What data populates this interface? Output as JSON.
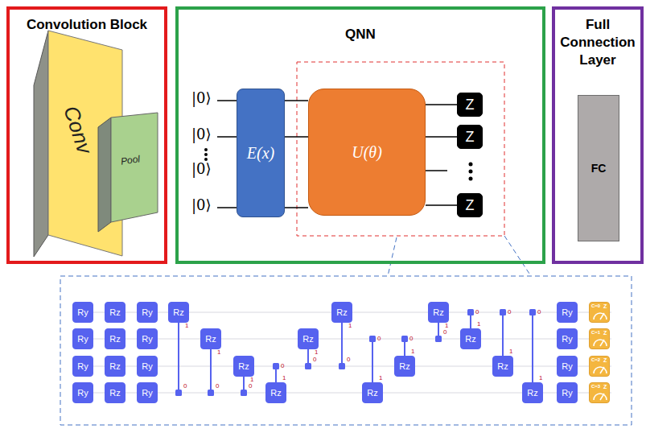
{
  "diagram": {
    "nodes": [
      {
        "text": [
          "Convolution Block"
        ]
      },
      {
        "text": [
          "Conv"
        ],
        "in": 0
      },
      {
        "text": [
          "Pool"
        ],
        "in": 0
      },
      {
        "text": [
          "QNN"
        ]
      },
      {
        "text": [
          "E(x)"
        ],
        "in": 3
      },
      {
        "text": [
          "U(θ)"
        ],
        "in": 3
      },
      {
        "text": [
          "Z"
        ],
        "in": 3
      },
      {
        "text": [
          "Z"
        ],
        "in": 3
      },
      {
        "text": [
          "Z"
        ],
        "in": 3
      },
      {
        "text": [
          "Full Connection Layer"
        ]
      },
      {
        "text": [
          "FC"
        ],
        "in": 9
      },
      {
        "text": [
          "Ry"
        ]
      },
      {
        "text": [
          "Ry"
        ]
      },
      {
        "text": [
          "Ry"
        ]
      },
      {
        "text": [
          "Ry"
        ]
      },
      {
        "text": [
          "Rz"
        ]
      },
      {
        "text": [
          "Rz"
        ]
      },
      {
        "text": [
          "Rz"
        ]
      },
      {
        "text": [
          "Rz"
        ]
      },
      {
        "text": [
          "Ry"
        ]
      },
      {
        "text": [
          "Ry"
        ]
      },
      {
        "text": [
          "Ry"
        ]
      },
      {
        "text": [
          "Ry"
        ]
      },
      {
        "text": [
          "Rz"
        ]
      },
      {
        "text": [
          "Rz"
        ]
      },
      {
        "text": [
          "Rz"
        ]
      },
      {
        "text": [
          "Rz"
        ]
      },
      {
        "text": [
          "Rz"
        ]
      },
      {
        "text": [
          "Rz"
        ]
      },
      {
        "text": [
          "Rz"
        ]
      },
      {
        "text": [
          "Rz"
        ]
      },
      {
        "text": [
          "Rz"
        ]
      },
      {
        "text": [
          "Rz"
        ]
      },
      {
        "text": [
          "Rz"
        ]
      },
      {
        "text": [
          "Rz"
        ]
      },
      {
        "text": [
          "Ry"
        ]
      },
      {
        "text": [
          "Ry"
        ]
      },
      {
        "text": [
          "Ry"
        ]
      },
      {
        "text": [
          "Ry"
        ]
      },
      {
        "text": [
          "C=0",
          "Z"
        ]
      },
      {
        "text": [
          "C=1",
          "Z"
        ]
      },
      {
        "text": [
          "C=2",
          "Z"
        ]
      },
      {
        "text": [
          "C=3",
          "Z"
        ]
      }
    ],
    "edges": [
      {
        "from": 4,
        "to": 5,
        "arrow": "none"
      },
      {
        "from": 4,
        "to": 5,
        "arrow": "none"
      },
      {
        "from": 4,
        "to": 5,
        "arrow": "none"
      },
      {
        "from": 5,
        "to": 6,
        "arrow": "none"
      },
      {
        "from": 5,
        "to": 7,
        "arrow": "none"
      },
      {
        "from": 5,
        "to": 8,
        "arrow": "none"
      }
    ],
    "labels": [
      "|0⟩",
      "|0⟩",
      "|0⟩",
      "|0⟩",
      "1",
      "0",
      "1",
      "0",
      "1",
      "0",
      "1",
      "0",
      "1",
      "0",
      "1",
      "0",
      "1",
      "0",
      "1",
      "0",
      "1",
      "0",
      "1",
      "0",
      "1",
      "0",
      "1",
      "0"
    ]
  }
}
